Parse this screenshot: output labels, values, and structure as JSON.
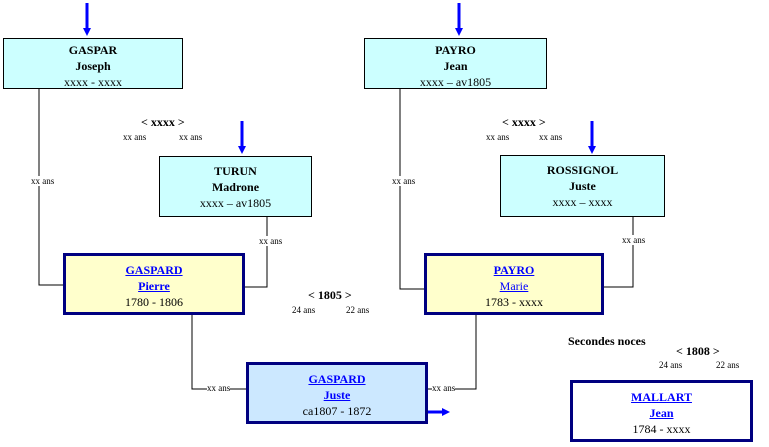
{
  "persons": {
    "gaspar_joseph": {
      "surname": "GASPAR",
      "firstname": "Joseph",
      "dates": "xxxx - xxxx"
    },
    "payro_jean": {
      "surname": "PAYRO",
      "firstname": "Jean",
      "dates": "xxxx – av1805"
    },
    "turun_madrone": {
      "surname": "TURUN",
      "firstname": "Madrone",
      "dates": "xxxx – av1805"
    },
    "rossignol_juste": {
      "surname": "ROSSIGNOL",
      "firstname": "Juste",
      "dates": "xxxx – xxxx"
    },
    "gaspard_pierre": {
      "surname": "GASPARD",
      "firstname": "Pierre",
      "dates": "1780 - 1806"
    },
    "payro_marie": {
      "surname": "PAYRO",
      "firstname": "Marie",
      "dates": "1783 - xxxx"
    },
    "gaspard_juste": {
      "surname": "GASPARD",
      "firstname": "Juste",
      "dates": "ca1807 - 1872"
    },
    "mallart_jean": {
      "surname": "MALLART",
      "firstname": "Jean",
      "dates": "1784 - xxxx"
    }
  },
  "marriages": {
    "m1": {
      "date": "< xxxx >",
      "age_left": "xx ans",
      "age_right": "xx ans"
    },
    "m2": {
      "date": "< xxxx >",
      "age_left": "xx ans",
      "age_right": "xx ans"
    },
    "m3": {
      "date": "< 1805 >",
      "age_left": "24 ans",
      "age_right": "22 ans"
    },
    "m4": {
      "note": "Secondes noces",
      "date": "< 1808 >",
      "age_left": "24 ans",
      "age_right": "22 ans"
    }
  },
  "line_labels": {
    "gaspar_to_pierre": "xx ans",
    "turun_to_pierre": "xx ans",
    "payro_to_marie": "xx ans",
    "rossignol_to_marie": "xx ans",
    "pierre_to_juste": "xx ans",
    "marie_to_juste": "xx ans"
  },
  "colors": {
    "arrow": "#0000ff",
    "box_cyan": "#ccffff",
    "box_yellow": "#ffffcc",
    "box_blue": "#cce8ff",
    "box_border_dark": "#000080",
    "link": "#0000ff"
  }
}
